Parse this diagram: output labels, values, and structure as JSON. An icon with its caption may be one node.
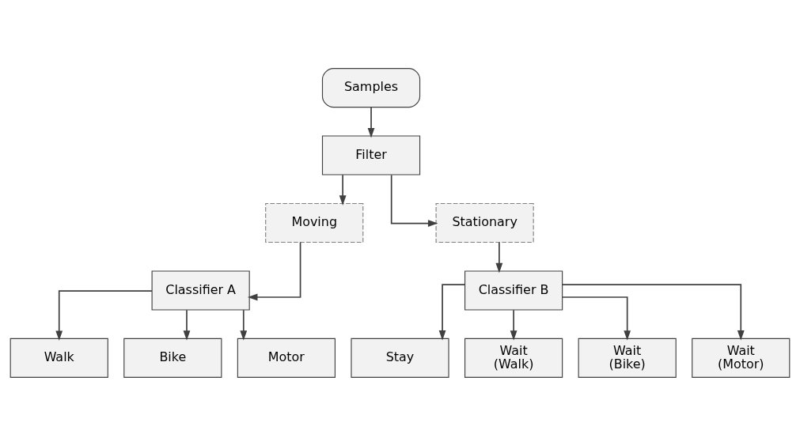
{
  "diagram": {
    "nodes": [
      {
        "text": [
          "Samples"
        ]
      },
      {
        "text": [
          "Filter"
        ]
      },
      {
        "text": [
          "Moving"
        ]
      },
      {
        "text": [
          "Stationary"
        ]
      },
      {
        "text": [
          "Classifier A"
        ]
      },
      {
        "text": [
          "Classifier B"
        ]
      },
      {
        "text": [
          "Walk"
        ]
      },
      {
        "text": [
          "Bike"
        ]
      },
      {
        "text": [
          "Motor"
        ]
      },
      {
        "text": [
          "Stay"
        ]
      },
      {
        "text": [
          "Wait (Walk)"
        ]
      },
      {
        "text": [
          "Wait (Bike)"
        ]
      },
      {
        "text": [
          "Wait (Motor)"
        ]
      }
    ],
    "edges": [
      {
        "from": 0,
        "to": 1,
        "arrow": "to"
      },
      {
        "from": 1,
        "to": 2,
        "arrow": "to"
      },
      {
        "from": 1,
        "to": 3,
        "arrow": "to"
      },
      {
        "from": 2,
        "to": 4,
        "arrow": "to"
      },
      {
        "from": 3,
        "to": 5,
        "arrow": "to"
      },
      {
        "from": 4,
        "to": 6,
        "arrow": "to"
      },
      {
        "from": 4,
        "to": 7,
        "arrow": "to"
      },
      {
        "from": 4,
        "to": 8,
        "arrow": "to"
      },
      {
        "from": 5,
        "to": 9,
        "arrow": "to"
      },
      {
        "from": 5,
        "to": 10,
        "arrow": "to"
      },
      {
        "from": 5,
        "to": 11,
        "arrow": "to"
      },
      {
        "from": 5,
        "to": 12,
        "arrow": "to"
      }
    ]
  }
}
